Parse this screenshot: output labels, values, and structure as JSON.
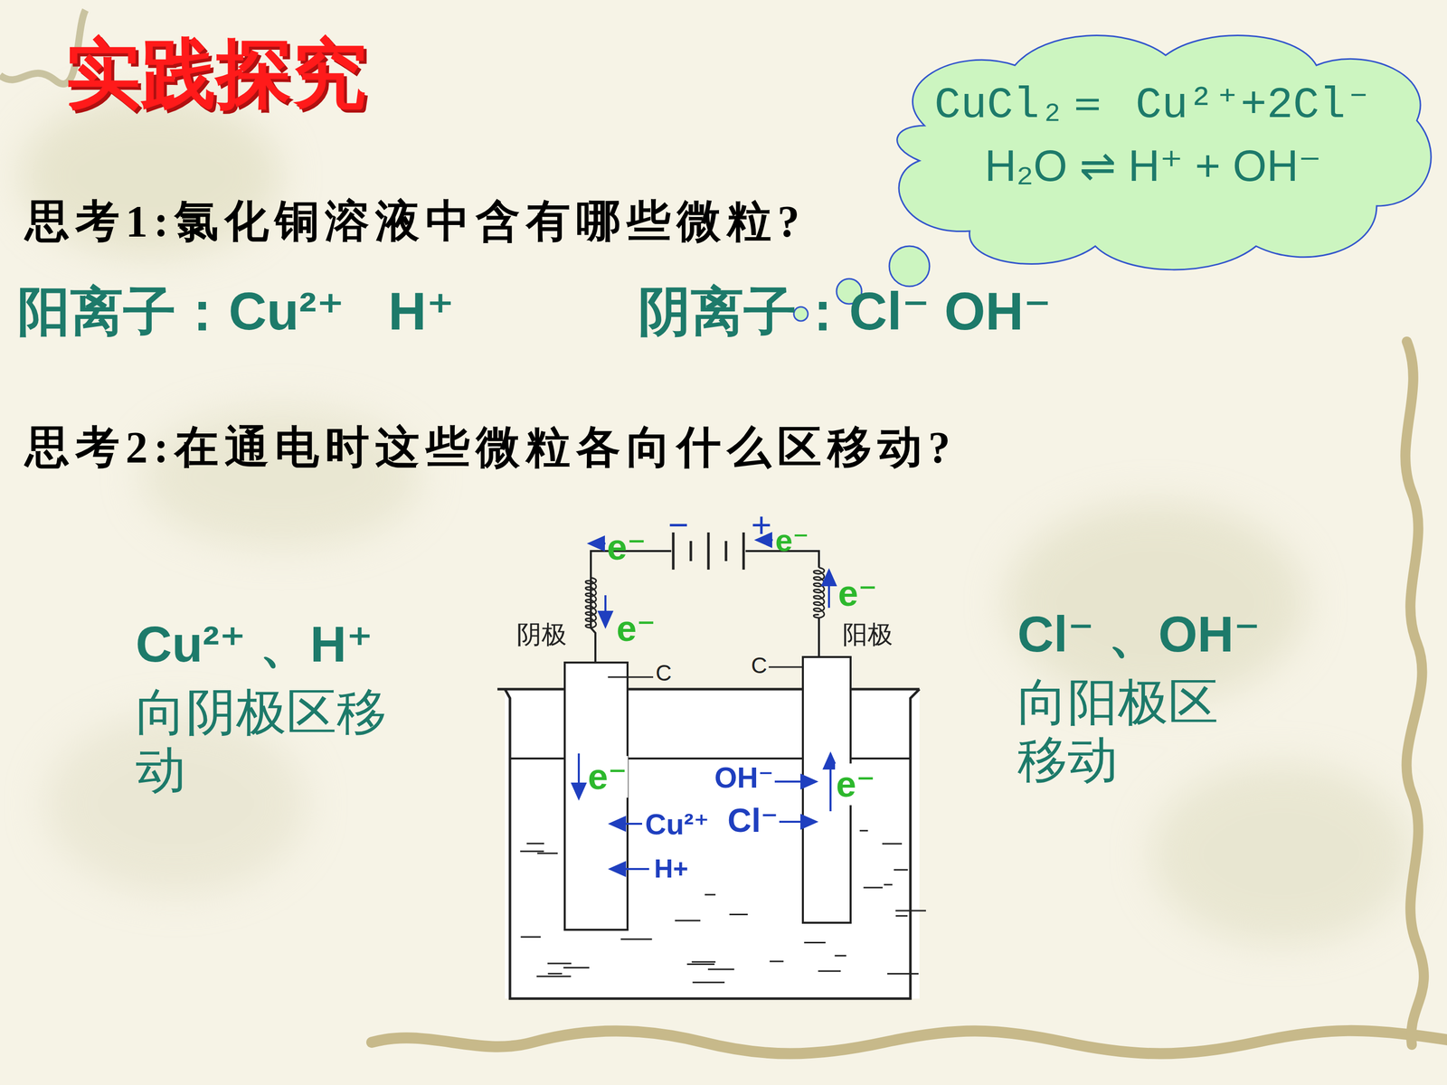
{
  "diagram": {
    "title": "实践探究",
    "nodes": [
      {
        "text": [
          "CuCl₂＝ Cu²⁺+2Cl⁻",
          "H₂O ⇌ H⁺ + OH⁻"
        ]
      }
    ],
    "labels": [
      "思考1:氯化铜溶液中含有哪些微粒?",
      "阳离子：Cu²⁺   H⁺",
      "阴离子：Cl⁻ OH⁻",
      "思考2:在通电时这些微粒各向什么区移动?",
      "−",
      "+",
      "e⁻",
      "e⁻",
      "e⁻",
      "e⁻",
      "阴极",
      "阳极",
      "C",
      "C",
      "e⁻",
      "OH⁻",
      "e⁻",
      "Cu²⁺",
      "Cl⁻",
      "H+",
      "Cu²⁺ 、H⁺",
      "向阴极区移动",
      "Cl⁻ 、OH⁻",
      "向阳极区移动"
    ]
  }
}
